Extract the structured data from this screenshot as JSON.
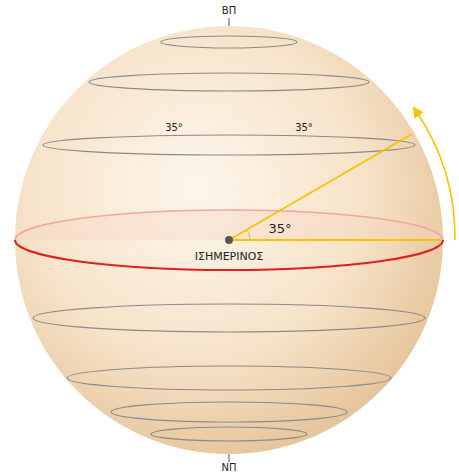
{
  "diagram": {
    "labels": [
      "ΒΠ",
      "35°",
      "35°",
      "35°",
      "ΙΣΗΜΕΡΙΝΟΣ",
      "ΝΠ"
    ]
  }
}
